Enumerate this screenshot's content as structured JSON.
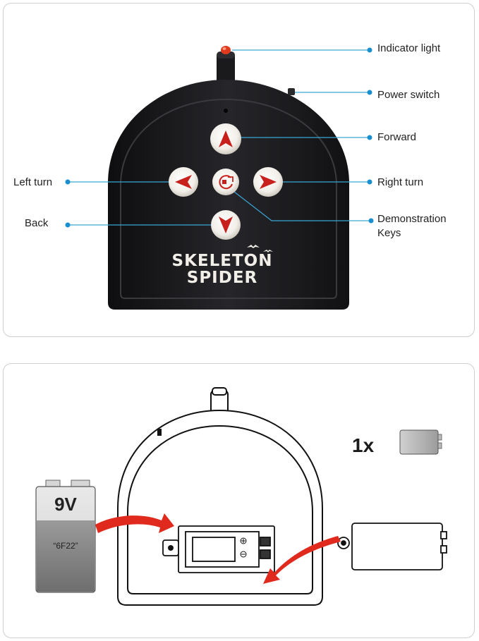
{
  "top_panel": {
    "brand_line1": "SKELETON",
    "brand_line2": "SPIDER",
    "labels": {
      "indicator_light": "Indicator light",
      "power_switch": "Power switch",
      "forward": "Forward",
      "left_turn": "Left turn",
      "right_turn": "Right turn",
      "back": "Back",
      "demonstration_line1": "Demonstration",
      "demonstration_line2": "Keys"
    }
  },
  "bottom_panel": {
    "battery_voltage": "9V",
    "battery_model": "“6F22”",
    "battery_quantity": "1x"
  },
  "colors": {
    "leader_line": "#3aa6d8",
    "leader_dot": "#1a8fd0",
    "remote_body": "#1c1c1e",
    "arrow_red": "#c8201c",
    "led_red": "#e03a1e"
  },
  "icons": [
    "arrow-up-icon",
    "arrow-left-icon",
    "arrow-right-icon",
    "arrow-down-icon",
    "demo-key-icon",
    "plus-terminal-icon",
    "minus-terminal-icon"
  ]
}
